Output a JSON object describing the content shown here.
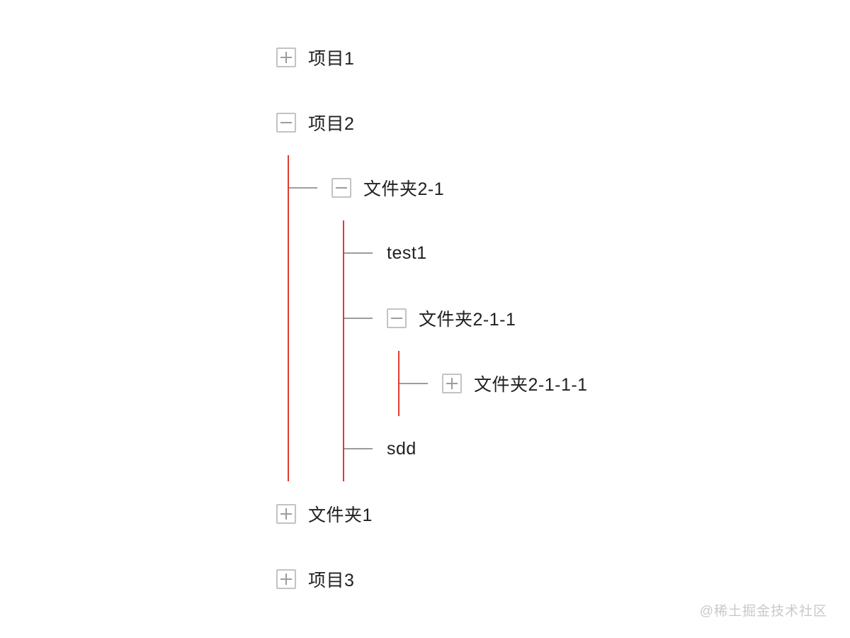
{
  "page": {
    "background": "#ffffff"
  },
  "colors": {
    "branch_line": "#e23a30",
    "connector": "#9c9c9c",
    "toggle_border": "#c3c3c3",
    "toggle_glyph": "#9c9c9c",
    "label_text": "#212121",
    "watermark_text": "#c9c9c9"
  },
  "watermark": {
    "text": "@稀土掘金技术社区"
  },
  "tree": {
    "nodes": [
      {
        "label": "项目1",
        "type": "branch",
        "toggle_state": "plus",
        "expanded": false
      },
      {
        "label": "项目2",
        "type": "branch",
        "toggle_state": "minus",
        "expanded": true,
        "children": [
          {
            "label": "文件夹2-1",
            "type": "branch",
            "toggle_state": "minus",
            "expanded": true,
            "children": [
              {
                "label": "test1",
                "type": "leaf"
              },
              {
                "label": "文件夹2-1-1",
                "type": "branch",
                "toggle_state": "minus",
                "expanded": true,
                "children": [
                  {
                    "label": "文件夹2-1-1-1",
                    "type": "branch",
                    "toggle_state": "plus",
                    "expanded": false
                  }
                ]
              },
              {
                "label": "sdd",
                "type": "leaf"
              }
            ]
          }
        ]
      },
      {
        "label": "文件夹1",
        "type": "branch",
        "toggle_state": "plus",
        "expanded": false
      },
      {
        "label": "项目3",
        "type": "branch",
        "toggle_state": "plus",
        "expanded": false
      }
    ]
  }
}
